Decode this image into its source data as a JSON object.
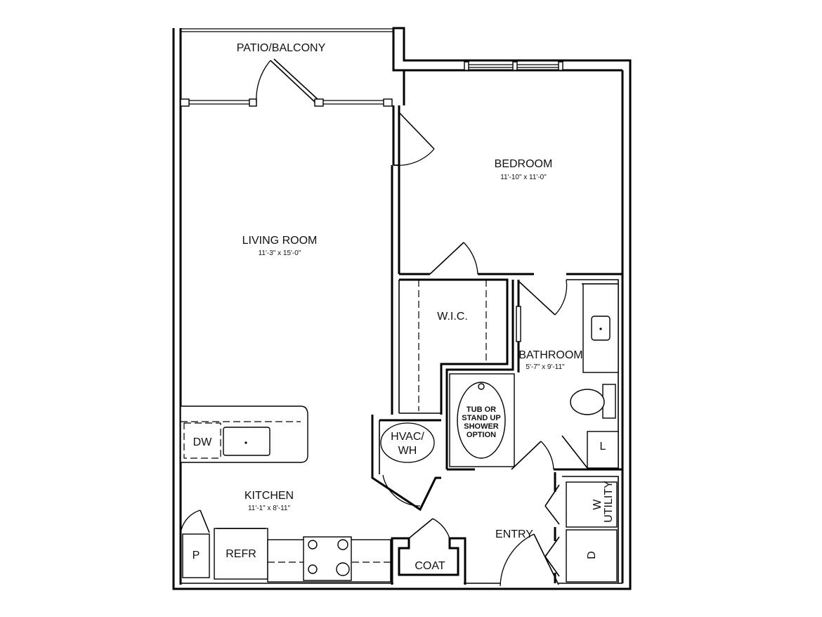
{
  "rooms": {
    "patio": {
      "name": "PATIO/BALCONY"
    },
    "bedroom": {
      "name": "BEDROOM",
      "dimensions": "11'-10\" x 11'-0\""
    },
    "living": {
      "name": "LIVING ROOM",
      "dimensions": "11'-3\" x 15'-0\""
    },
    "wic": {
      "name": "W.I.C."
    },
    "bathroom": {
      "name": "BATHROOM",
      "dimensions": "5'-7\" x 9'-11\""
    },
    "kitchen": {
      "name": "KITCHEN",
      "dimensions": "11'-1\" x 8'-11\""
    },
    "entry": {
      "name": "ENTRY"
    }
  },
  "fixtures": {
    "dishwasher": "DW",
    "hvac_line1": "HVAC/",
    "hvac_line2": "WH",
    "tub_line1": "TUB OR",
    "tub_line2": "STAND UP",
    "tub_line3": "SHOWER",
    "tub_line4": "OPTION",
    "linen": "L",
    "washer": "W",
    "utility": "UTILITY",
    "dryer": "D",
    "pantry": "P",
    "refrigerator": "REFR",
    "coat": "COAT"
  }
}
